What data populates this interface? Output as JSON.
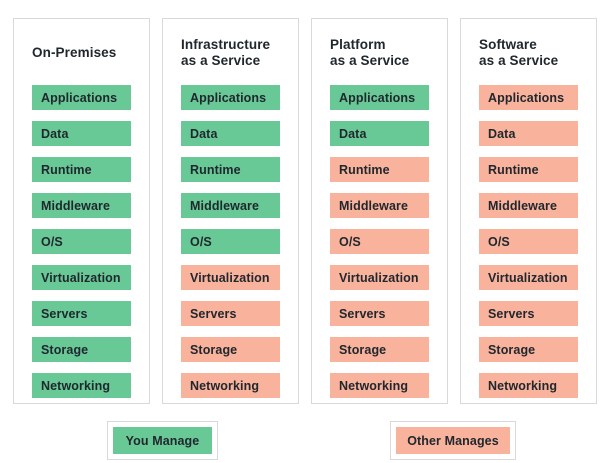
{
  "colors": {
    "you_manage": "#68C997",
    "other_manages": "#F9B29C",
    "panel_border": "#D9D9D9",
    "text": "#20282E",
    "background": "#FFFFFF"
  },
  "columns": [
    {
      "id": "on-premises",
      "title_lines": [
        "On-Premises"
      ],
      "layers": [
        {
          "label": "Applications",
          "managed_by": "you"
        },
        {
          "label": "Data",
          "managed_by": "you"
        },
        {
          "label": "Runtime",
          "managed_by": "you"
        },
        {
          "label": "Middleware",
          "managed_by": "you"
        },
        {
          "label": "O/S",
          "managed_by": "you"
        },
        {
          "label": "Virtualization",
          "managed_by": "you"
        },
        {
          "label": "Servers",
          "managed_by": "you"
        },
        {
          "label": "Storage",
          "managed_by": "you"
        },
        {
          "label": "Networking",
          "managed_by": "you"
        }
      ]
    },
    {
      "id": "infrastructure-as-a-service",
      "title_lines": [
        "Infrastructure",
        "as a Service"
      ],
      "layers": [
        {
          "label": "Applications",
          "managed_by": "you"
        },
        {
          "label": "Data",
          "managed_by": "you"
        },
        {
          "label": "Runtime",
          "managed_by": "you"
        },
        {
          "label": "Middleware",
          "managed_by": "you"
        },
        {
          "label": "O/S",
          "managed_by": "you"
        },
        {
          "label": "Virtualization",
          "managed_by": "other"
        },
        {
          "label": "Servers",
          "managed_by": "other"
        },
        {
          "label": "Storage",
          "managed_by": "other"
        },
        {
          "label": "Networking",
          "managed_by": "other"
        }
      ]
    },
    {
      "id": "platform-as-a-service",
      "title_lines": [
        "Platform",
        "as a Service"
      ],
      "layers": [
        {
          "label": "Applications",
          "managed_by": "you"
        },
        {
          "label": "Data",
          "managed_by": "you"
        },
        {
          "label": "Runtime",
          "managed_by": "other"
        },
        {
          "label": "Middleware",
          "managed_by": "other"
        },
        {
          "label": "O/S",
          "managed_by": "other"
        },
        {
          "label": "Virtualization",
          "managed_by": "other"
        },
        {
          "label": "Servers",
          "managed_by": "other"
        },
        {
          "label": "Storage",
          "managed_by": "other"
        },
        {
          "label": "Networking",
          "managed_by": "other"
        }
      ]
    },
    {
      "id": "software-as-a-service",
      "title_lines": [
        "Software",
        "as a Service"
      ],
      "layers": [
        {
          "label": "Applications",
          "managed_by": "other"
        },
        {
          "label": "Data",
          "managed_by": "other"
        },
        {
          "label": "Runtime",
          "managed_by": "other"
        },
        {
          "label": "Middleware",
          "managed_by": "other"
        },
        {
          "label": "O/S",
          "managed_by": "other"
        },
        {
          "label": "Virtualization",
          "managed_by": "other"
        },
        {
          "label": "Servers",
          "managed_by": "other"
        },
        {
          "label": "Storage",
          "managed_by": "other"
        },
        {
          "label": "Networking",
          "managed_by": "other"
        }
      ]
    }
  ],
  "legend": [
    {
      "id": "you-manage",
      "label": "You Manage",
      "managed_by": "you"
    },
    {
      "id": "other-manages",
      "label": "Other Manages",
      "managed_by": "other"
    }
  ]
}
